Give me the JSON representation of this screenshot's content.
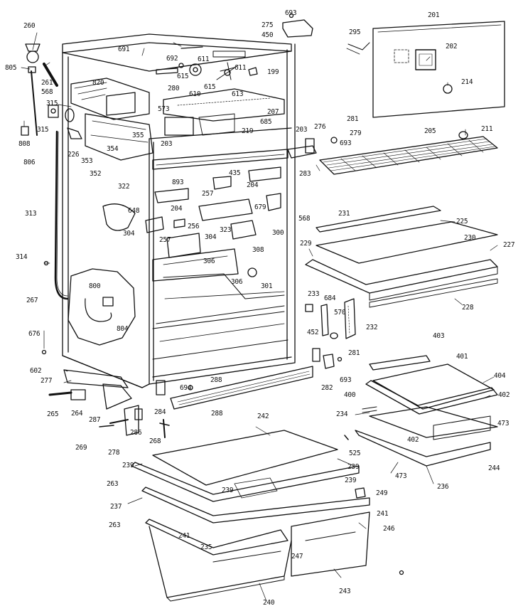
{
  "diagram": {
    "part_numbers": [
      "260",
      "805",
      "261",
      "568",
      "820",
      "315",
      "315",
      "808",
      "806",
      "226",
      "353",
      "352",
      "354",
      "355",
      "573",
      "322",
      "691",
      "692",
      "611",
      "615",
      "610",
      "615",
      "613",
      "611",
      "199",
      "280",
      "207",
      "685",
      "219",
      "203",
      "693",
      "275",
      "450",
      "295",
      "201",
      "202",
      "214",
      "281",
      "276",
      "279",
      "693",
      "211",
      "205",
      "203",
      "283",
      "435",
      "204",
      "893",
      "257",
      "679",
      "568",
      "204",
      "648",
      "304",
      "256",
      "304",
      "257",
      "323",
      "300",
      "308",
      "306",
      "306",
      "301",
      "231",
      "225",
      "230",
      "227",
      "229",
      "228",
      "233",
      "684",
      "570",
      "232",
      "452",
      "281",
      "282",
      "693",
      "403",
      "401",
      "404",
      "400",
      "402",
      "234",
      "402",
      "473",
      "525",
      "473",
      "244",
      "236",
      "313",
      "314",
      "267",
      "800",
      "804",
      "676",
      "602",
      "277",
      "265",
      "264",
      "287",
      "286",
      "284",
      "694",
      "288",
      "288",
      "269",
      "278",
      "268",
      "242",
      "239",
      "263",
      "239",
      "239",
      "239",
      "237",
      "263",
      "241",
      "235",
      "247",
      "246",
      "241",
      "249",
      "243",
      "240"
    ]
  }
}
